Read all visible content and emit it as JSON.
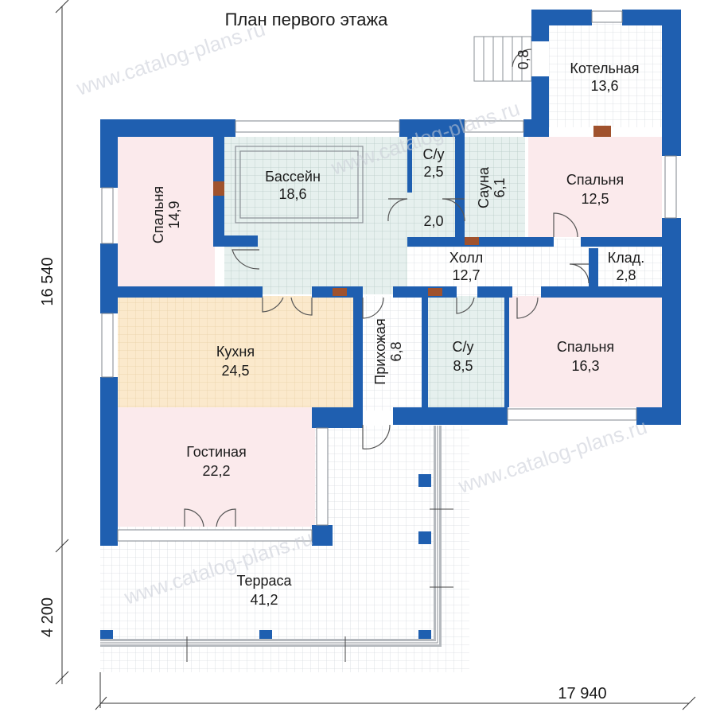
{
  "title": "План первого этажа",
  "watermark": "www.catalog-plans.ru",
  "colors": {
    "wall": "#1f5fb0",
    "chimney": "#a0522d",
    "tile_blue": "#e6f0ee",
    "tile_grid": "#b9ccc8",
    "bedroom_pink": "#fbeaec",
    "kitchen_yellow": "#fbe9cc",
    "plain_grid": "#d6dadf",
    "hatch_blue": "#1f5fb0"
  },
  "rooms": {
    "boiler": {
      "name": "Котельная",
      "area": "13,6"
    },
    "bedroom_left": {
      "name": "Спальня",
      "area": "14,9"
    },
    "pool": {
      "name": "Бассейн",
      "area": "18,6"
    },
    "wc_top": {
      "name": "С/у",
      "area": "2,5"
    },
    "sauna": {
      "name": "Сауна",
      "area": "6,1"
    },
    "bedroom_right_top": {
      "name": "Спальня",
      "area": "12,5"
    },
    "vestibule": {
      "area": "2,0"
    },
    "hall": {
      "name": "Холл",
      "area": "12,7"
    },
    "storage": {
      "name": "Клад.",
      "area": "2,8"
    },
    "kitchen": {
      "name": "Кухня",
      "area": "24,5"
    },
    "entry": {
      "name": "Прихожая",
      "area": "6,8"
    },
    "wc_bottom": {
      "name": "С/у",
      "area": "8,5"
    },
    "bedroom_right_bottom": {
      "name": "Спальня",
      "area": "16,3"
    },
    "living": {
      "name": "Гостиная",
      "area": "22,2"
    },
    "terrace": {
      "name": "Терраса",
      "area": "41,2"
    }
  },
  "stairs_label": "0,8",
  "dimensions": {
    "height_main": "16 540",
    "height_terrace": "4 200",
    "width_total": "17 940"
  }
}
